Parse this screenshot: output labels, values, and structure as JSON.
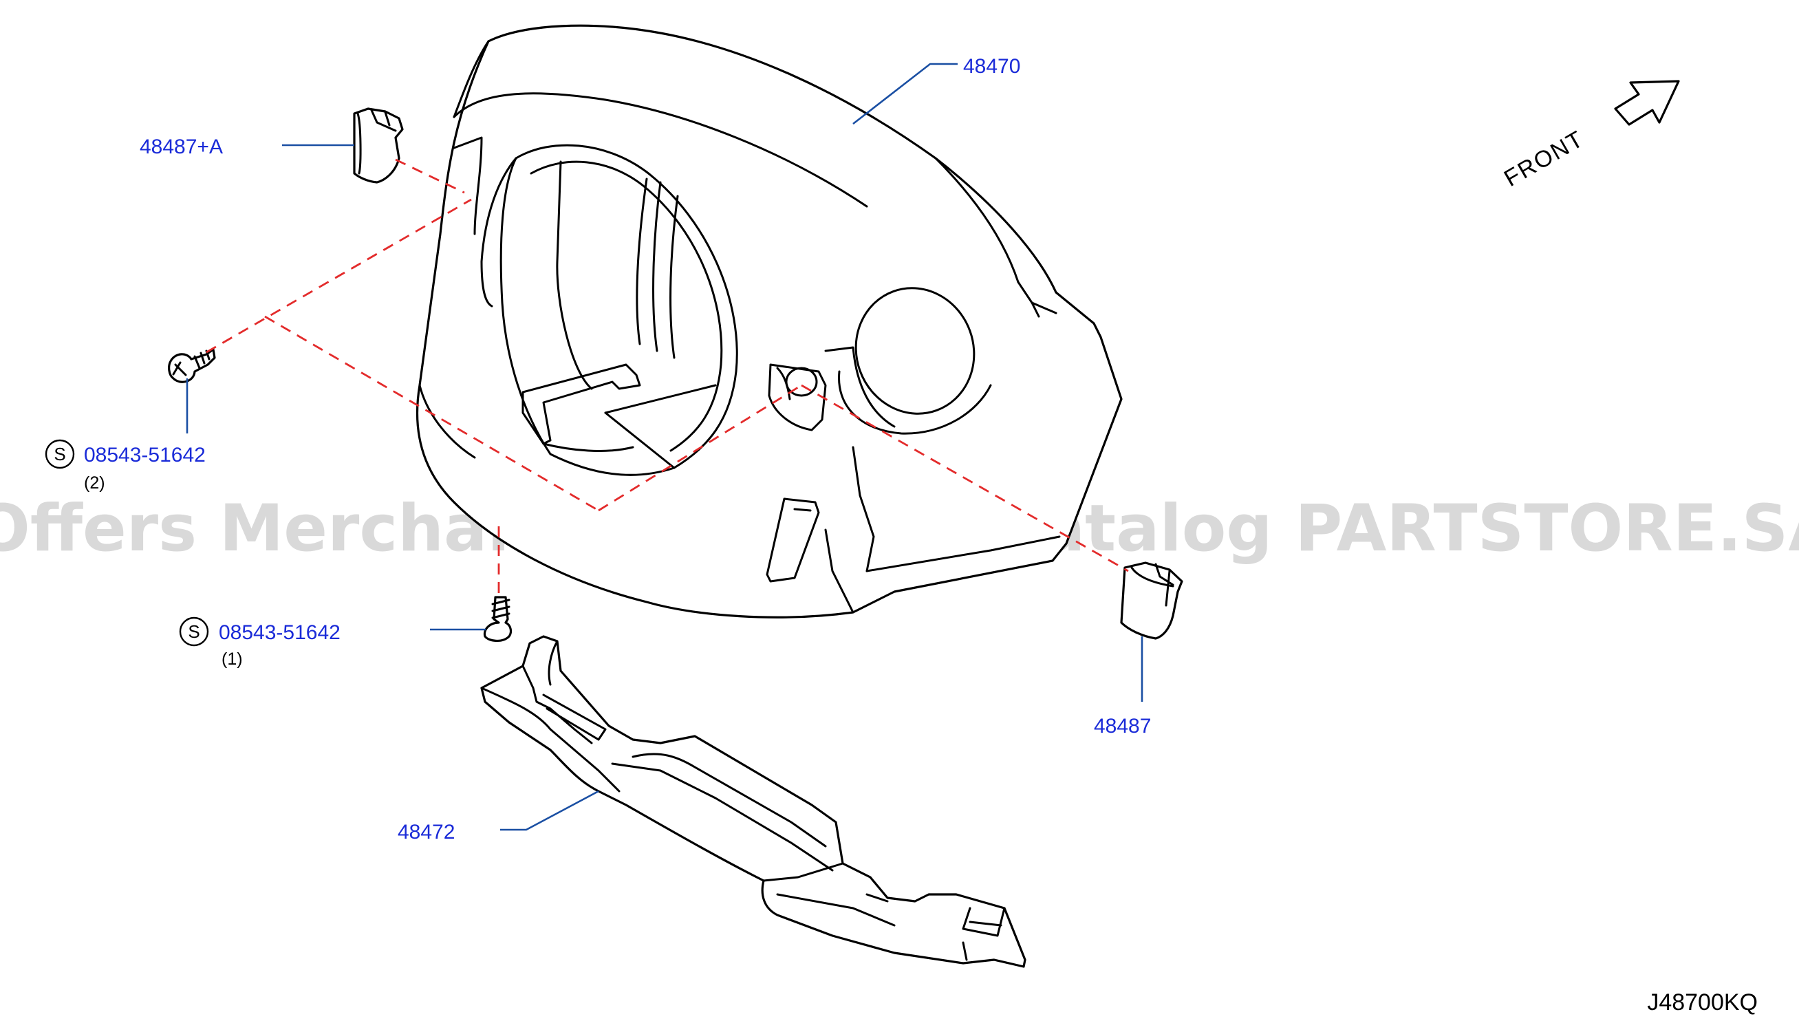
{
  "colors": {
    "callout_text": "#1a2bd8",
    "leader_line": "#1a4fa3",
    "dashed_line": "#e32b2b",
    "watermark": "#d9d9d9"
  },
  "orientation": {
    "label": "FRONT",
    "icon": "front-direction-arrow-icon"
  },
  "diagram_code": "J48700KQ",
  "watermark": "Offers Merchant Auto Parts Catalog PARTSTORE.SA",
  "standard_symbol": "S",
  "parts": {
    "column_cover_upper": {
      "number": "48470"
    },
    "column_cover_lower": {
      "number": "48472"
    },
    "cap_left": {
      "number": "48487+A"
    },
    "cap_right": {
      "number": "48487"
    },
    "screw_left": {
      "number": "08543-51642",
      "qty": "(2)",
      "icon": "screw-icon"
    },
    "screw_lower": {
      "number": "08543-51642",
      "qty": "(1)",
      "icon": "screw-icon"
    }
  }
}
